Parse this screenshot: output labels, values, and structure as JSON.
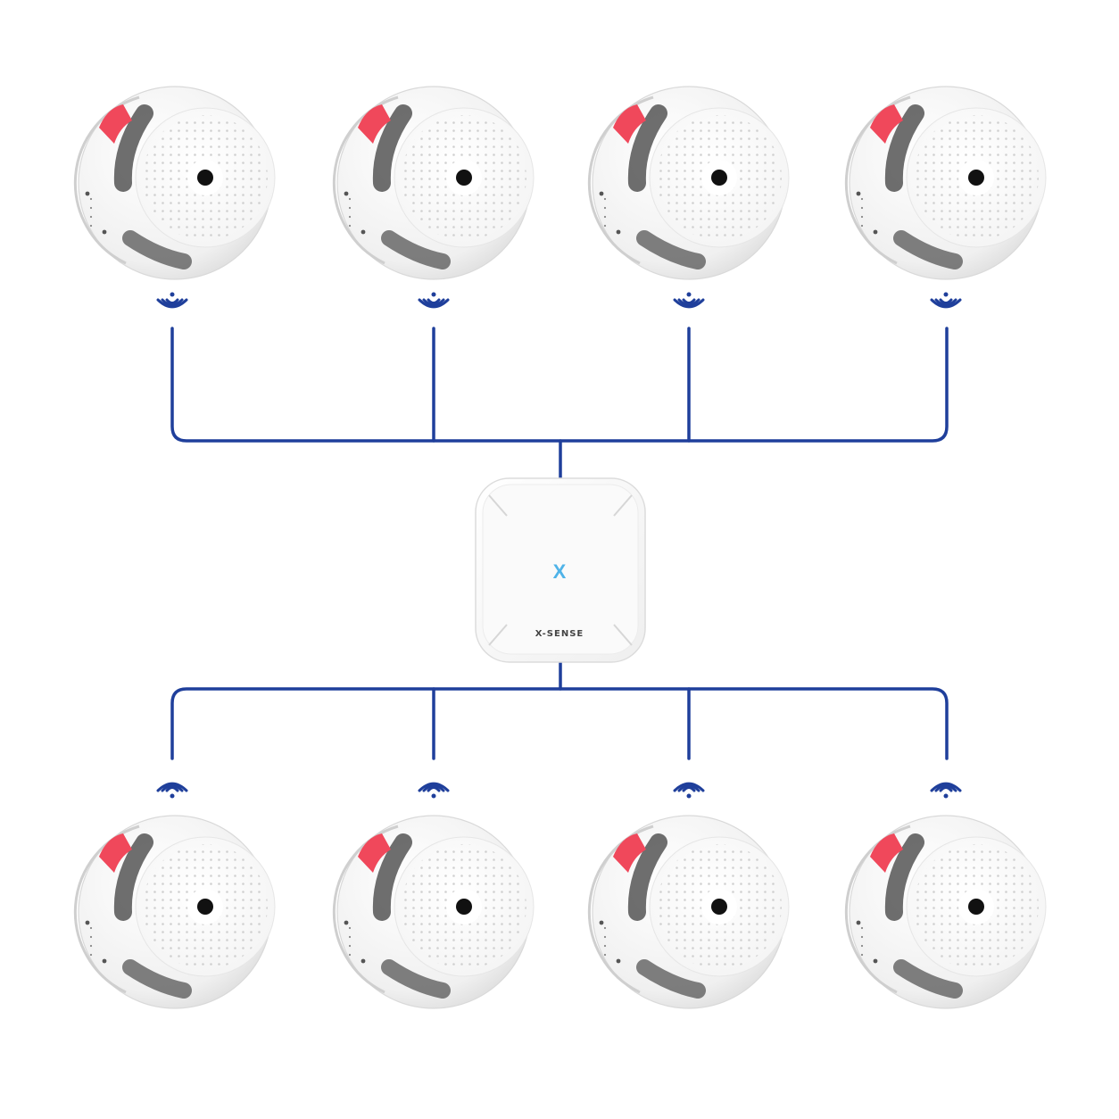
{
  "hub": {
    "logo_letter": "X",
    "brand": "X-SENSE",
    "accent_color": "#4fb3e8"
  },
  "colors": {
    "link_line": "#1f3f9b",
    "detector_body": "#f1f1f1",
    "detector_face": "#ffffff",
    "alarm_button": "#f0485b",
    "vent": "#555555",
    "camera_dot": "#111111"
  },
  "detectors": [
    {
      "row": "top",
      "index": 1
    },
    {
      "row": "top",
      "index": 2
    },
    {
      "row": "top",
      "index": 3
    },
    {
      "row": "top",
      "index": 4
    },
    {
      "row": "bottom",
      "index": 1
    },
    {
      "row": "bottom",
      "index": 2
    },
    {
      "row": "bottom",
      "index": 3
    },
    {
      "row": "bottom",
      "index": 4
    }
  ],
  "signal_icons": {
    "top": "signal-waves-down-icon",
    "bottom": "wifi-signal-icon"
  }
}
